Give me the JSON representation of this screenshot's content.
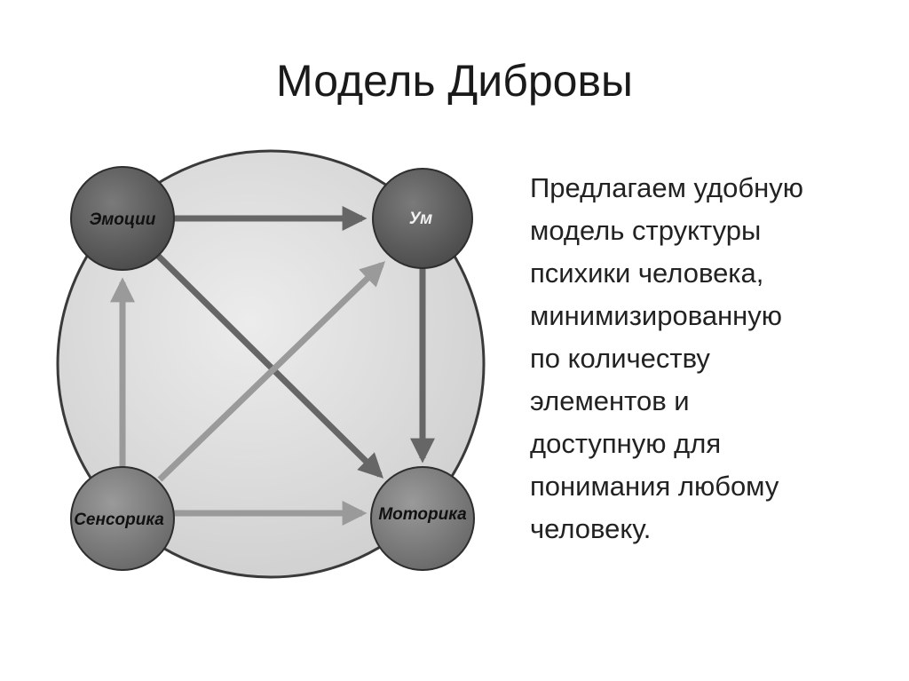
{
  "slide": {
    "title": "Модель Дибровы"
  },
  "diagram": {
    "nodes": {
      "emotions": "Эмоции",
      "mind": "Ум",
      "sensory": "Сенсорика",
      "motor": "Моторика"
    },
    "colors": {
      "background_circle": "#dcdcdc",
      "node_dark": "#5a5a5a",
      "node_mid": "#7b7b7b",
      "arrow_dark": "#666666",
      "arrow_light": "#9a9a9a"
    }
  },
  "description": {
    "lines": [
      "Предлагаем удобную",
      "модель структуры",
      "психики человека,",
      "минимизированную",
      "по количеству",
      "элементов и",
      "доступную для",
      "понимания любому",
      "человеку."
    ]
  }
}
